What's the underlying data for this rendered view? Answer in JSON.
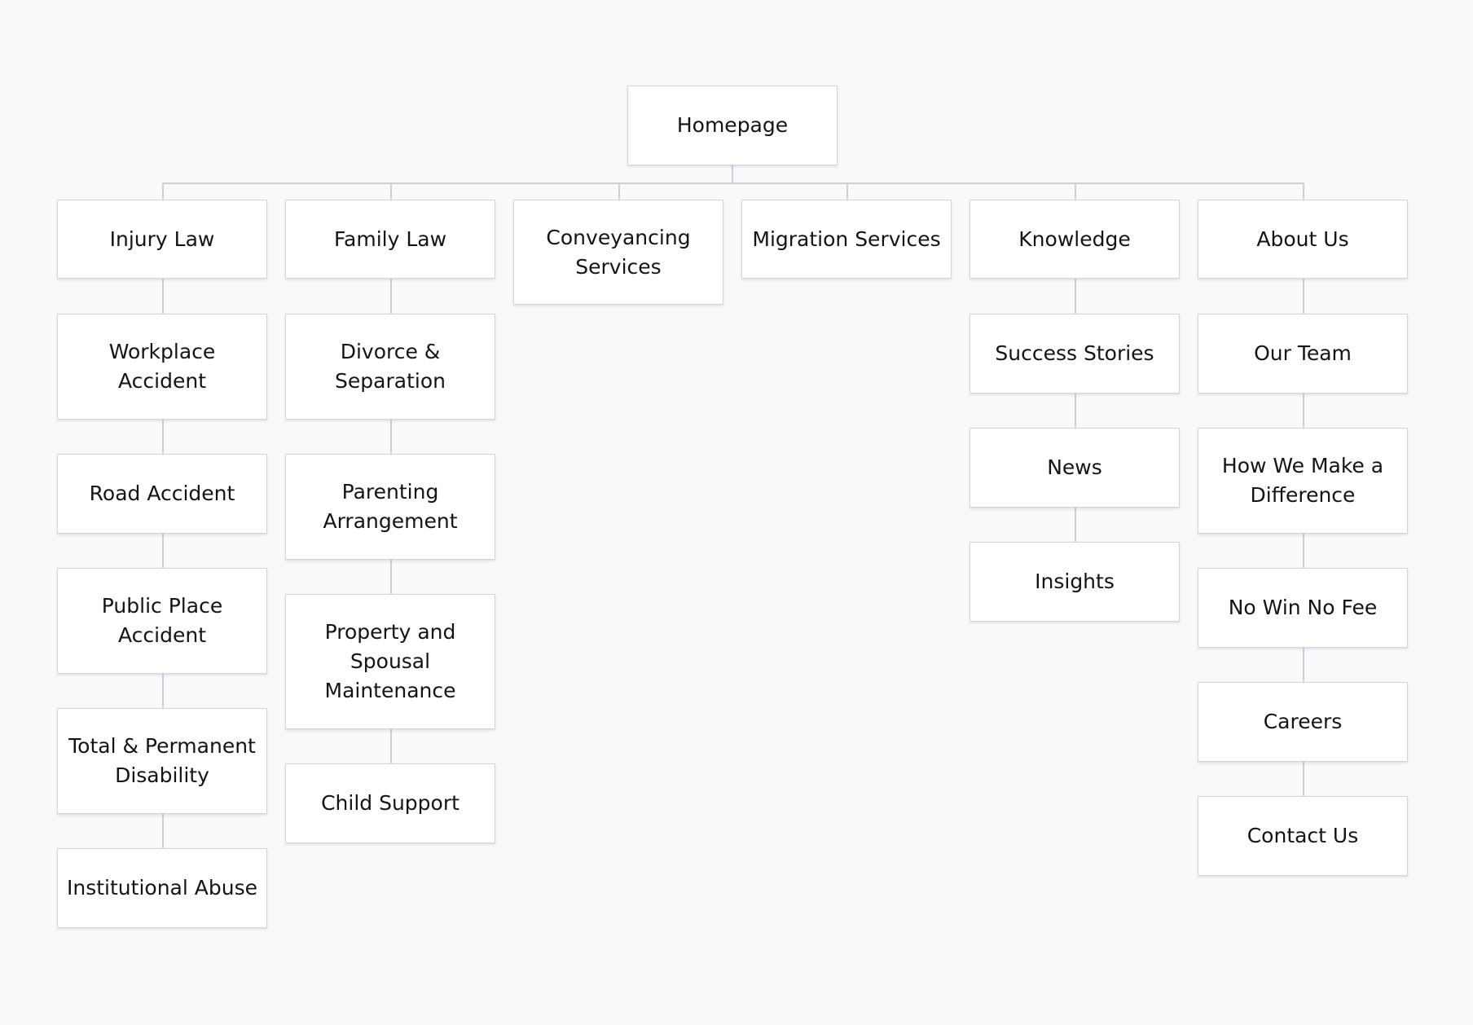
{
  "root": {
    "label": "Homepage"
  },
  "sections": [
    {
      "label": "Injury Law",
      "children": [
        "Workplace Accident",
        "Road Accident",
        "Public Place Accident",
        "Total & Permanent Disability",
        "Institutional Abuse"
      ]
    },
    {
      "label": "Family Law",
      "children": [
        "Divorce & Separation",
        "Parenting Arrangement",
        "Property and Spousal Maintenance",
        "Child Support"
      ]
    },
    {
      "label": "Conveyancing Services",
      "children": []
    },
    {
      "label": "Migration Services",
      "children": []
    },
    {
      "label": "Knowledge",
      "children": [
        "Success Stories",
        "News",
        "Insights"
      ]
    },
    {
      "label": "About Us",
      "children": [
        "Our Team",
        "How We Make a Difference",
        "No Win No Fee",
        "Careers",
        "Contact Us"
      ]
    }
  ]
}
